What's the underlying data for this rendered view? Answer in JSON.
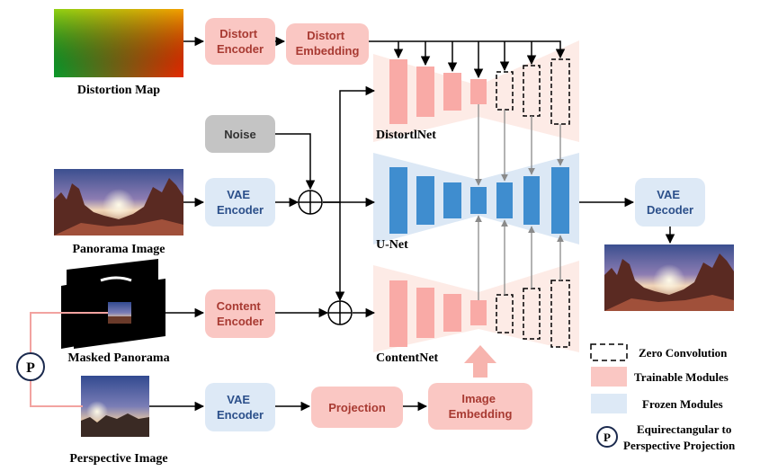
{
  "inputs": {
    "distortion_map_label": "Distortion Map",
    "panorama_image_label": "Panorama Image",
    "masked_panorama_label": "Masked Panorama",
    "perspective_image_label": "Perspective Image"
  },
  "modules": {
    "distort_encoder": [
      "Distort",
      "Encoder"
    ],
    "distort_embedding": [
      "Distort",
      "Embedding"
    ],
    "noise": "Noise",
    "vae_encoder_top": [
      "VAE",
      "Encoder"
    ],
    "content_encoder": [
      "Content",
      "Encoder"
    ],
    "vae_encoder_bottom": [
      "VAE",
      "Encoder"
    ],
    "projection": "Projection",
    "image_embedding": [
      "Image",
      "Embedding"
    ],
    "vae_decoder": [
      "VAE",
      "Decoder"
    ]
  },
  "networks": {
    "distortnet": "DistortlNet",
    "unet": "U-Net",
    "contentnet": "ContentNet"
  },
  "projection_symbol": "P",
  "legend": {
    "zero_convolution": "Zero Convolution",
    "trainable_modules": "Trainable Modules",
    "frozen_modules": "Frozen Modules",
    "projection_line1": "Equirectangular to",
    "projection_line2": "Perspective Projection"
  },
  "colors": {
    "trainable_fill": "#fac7c3",
    "trainable_text": "#a83a32",
    "frozen_fill": "#dde9f6",
    "frozen_text": "#2b4f8a",
    "noise_fill": "#c4c4c4",
    "unet_block": "#3f8dcf",
    "trainable_block": "#f9aaa6",
    "band_pink": "#fdebe6",
    "band_blue": "#dce8f5"
  }
}
